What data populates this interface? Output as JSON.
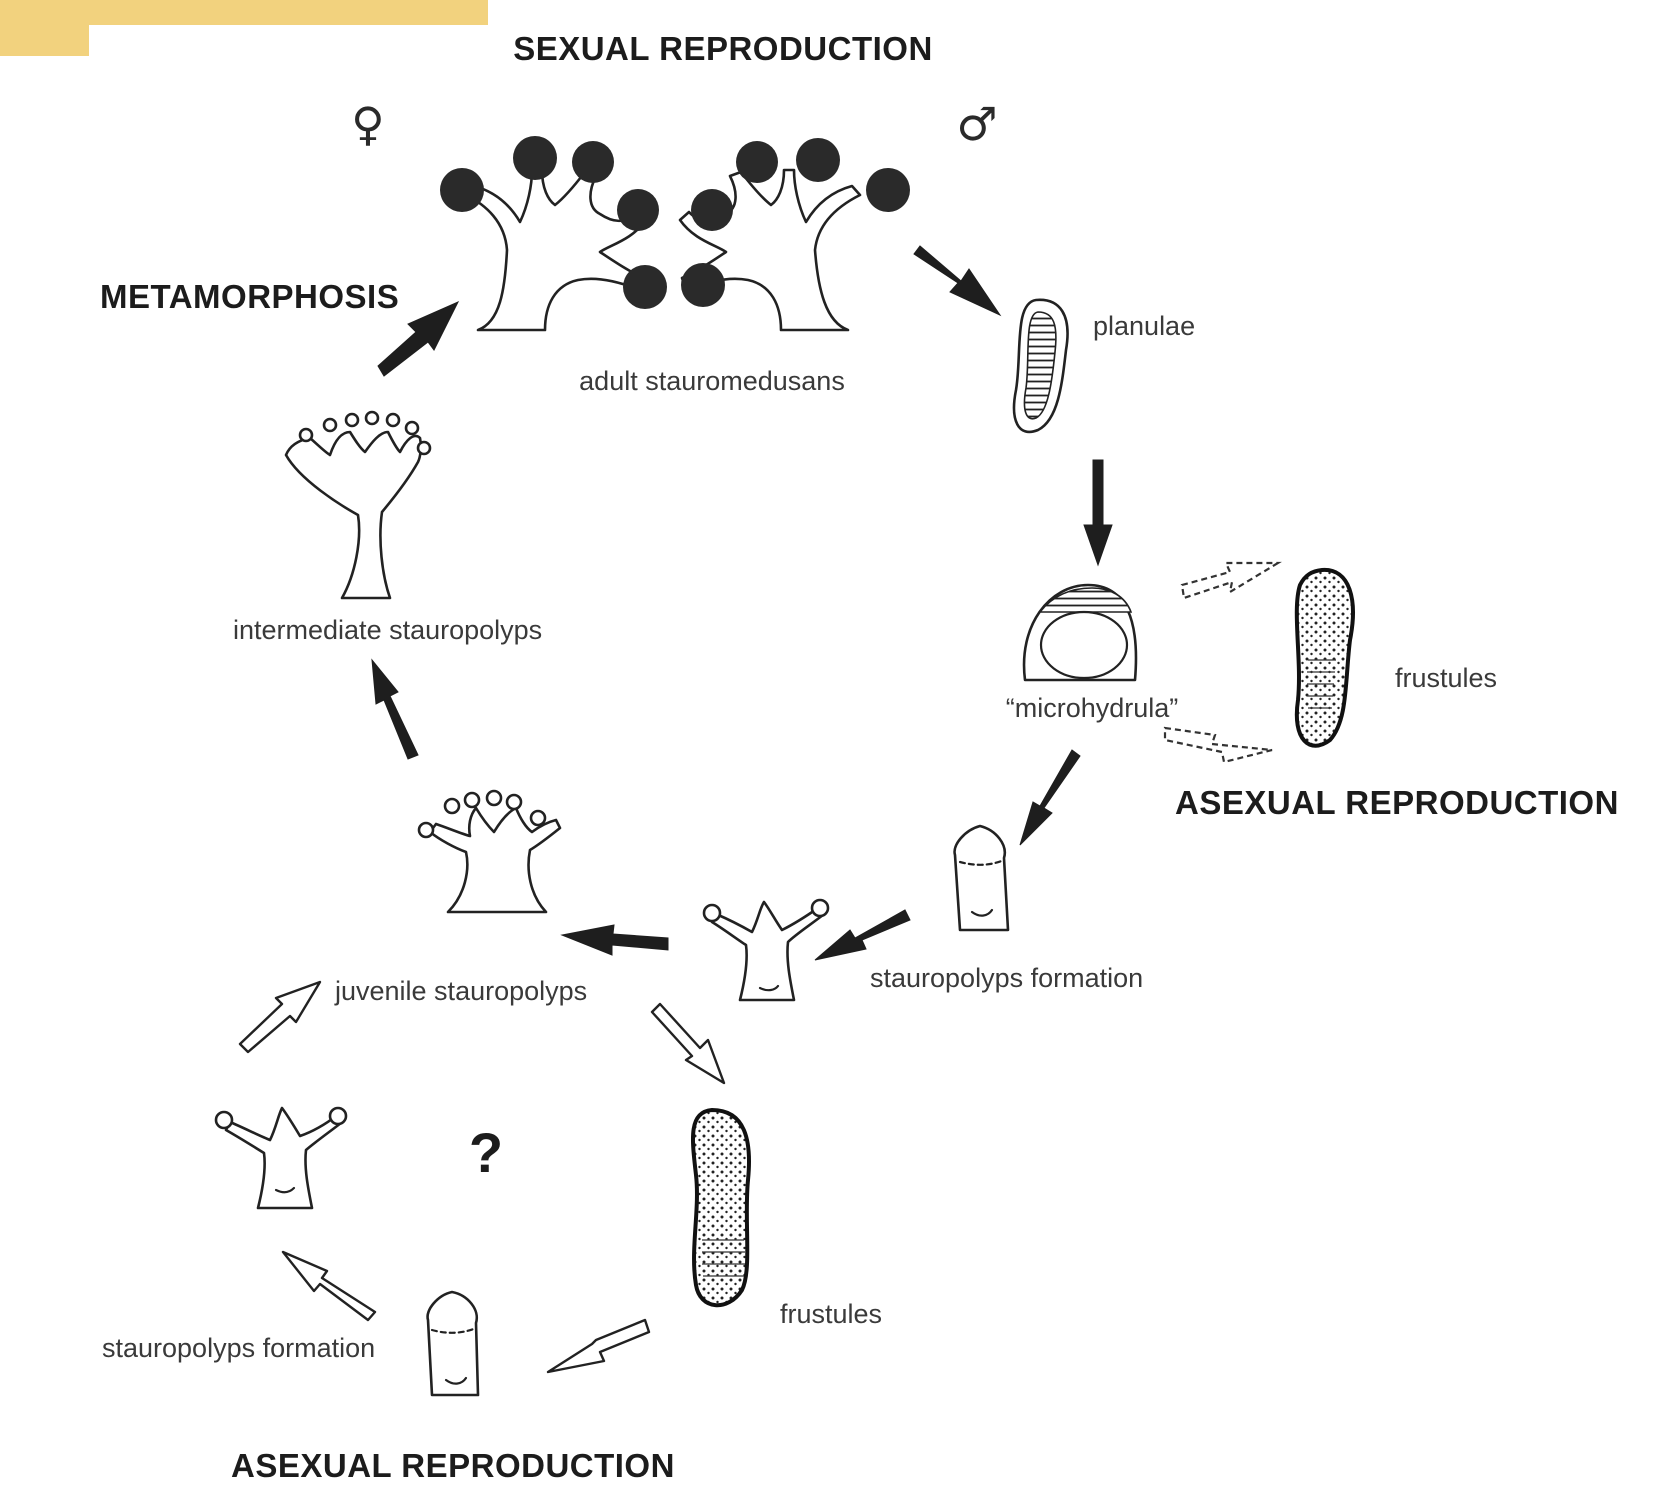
{
  "headings": {
    "sexual_reproduction": "SEXUAL REPRODUCTION",
    "metamorphosis": "METAMORPHOSIS",
    "asexual_reproduction_right": "ASEXUAL REPRODUCTION",
    "asexual_reproduction_bottom": "ASEXUAL REPRODUCTION"
  },
  "symbols": {
    "female": "♀",
    "male": "♂",
    "unknown": "?"
  },
  "labels": {
    "adult_stauromedusans": "adult stauromedusans",
    "planulae": "planulae",
    "microhydrula": "“microhydrula”",
    "frustules_right": "frustules",
    "stauropolyps_formation_right": "stauropolyps formation",
    "juvenile_stauropolyps": "juvenile stauropolyps",
    "intermediate_stauropolyps": "intermediate stauropolyps",
    "frustules_bottom": "frustules",
    "stauropolyps_formation_left": "stauropolyps formation"
  },
  "colors": {
    "accent_bar": "#f2d27e",
    "ink": "#222222",
    "text": "#3a3a3a"
  }
}
